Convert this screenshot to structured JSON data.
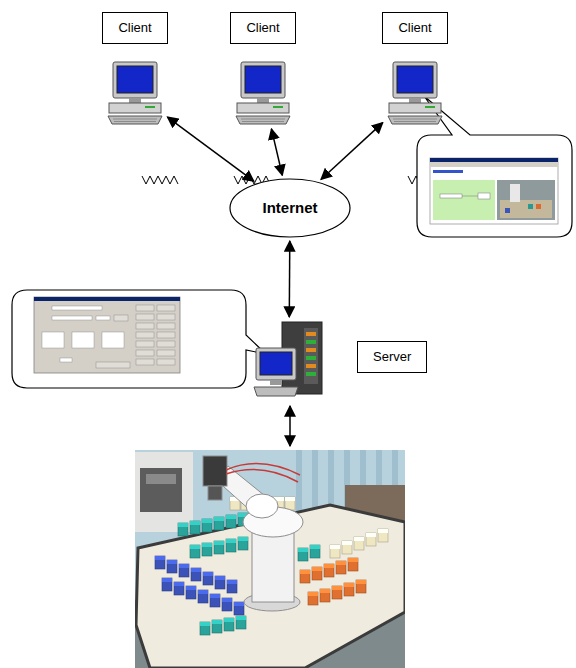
{
  "diagram": {
    "nodes": [
      {
        "text": [
          "Client"
        ]
      },
      {
        "text": [
          "Client"
        ]
      },
      {
        "text": [
          "Client"
        ]
      },
      {
        "text": [
          "Internet"
        ]
      },
      {
        "text": [
          "Server"
        ]
      }
    ],
    "edges": [
      {
        "from": 0,
        "to": 3,
        "arrow": "both"
      },
      {
        "from": 1,
        "to": 3,
        "arrow": "both"
      },
      {
        "from": 2,
        "to": 3,
        "arrow": "both"
      },
      {
        "from": 3,
        "to": 4,
        "arrow": "both"
      }
    ]
  }
}
